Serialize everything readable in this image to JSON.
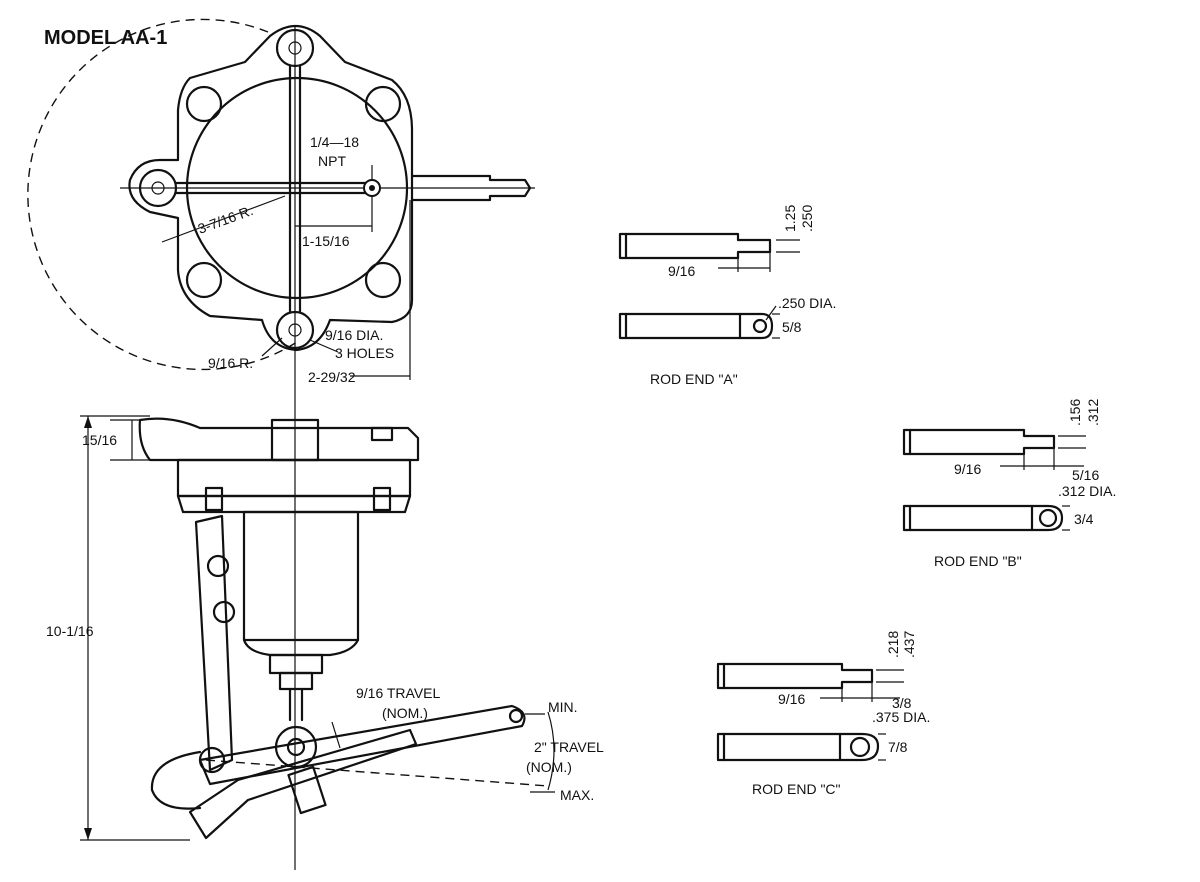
{
  "title": "MODEL AA-1",
  "top_view": {
    "port": "1/4—18",
    "port_type": "NPT",
    "radius_outer": "3-7/16 R.",
    "offset": "1-15/16",
    "hole_dia": "9/16 DIA.",
    "hole_count": "3 HOLES",
    "hole_radius": "9/16 R.",
    "center_dist": "2-29/32"
  },
  "side_view": {
    "flange_height": "15/16",
    "overall_height": "10-1/16",
    "travel_small": "9/16 TRAVEL",
    "travel_small_nom": "(NOM.)",
    "travel_large": "2\" TRAVEL",
    "travel_large_nom": "(NOM.)",
    "min": "MIN.",
    "max": "MAX."
  },
  "rod_ends": [
    {
      "caption": "ROD END \"A\"",
      "dim_tip_a": "1.25",
      "dim_tip_b": ".250",
      "dim_len": "9/16",
      "dim_hole": ".250 DIA.",
      "dim_width": "5/8"
    },
    {
      "caption": "ROD END \"B\"",
      "dim_tip_a": ".156",
      "dim_tip_b": ".312",
      "dim_len": "9/16",
      "dim_len2": "5/16",
      "dim_hole": ".312 DIA.",
      "dim_width": "3/4"
    },
    {
      "caption": "ROD END \"C\"",
      "dim_tip_a": ".218",
      "dim_tip_b": ".437",
      "dim_len": "9/16",
      "dim_len2": "3/8",
      "dim_hole": ".375 DIA.",
      "dim_width": "7/8"
    }
  ]
}
